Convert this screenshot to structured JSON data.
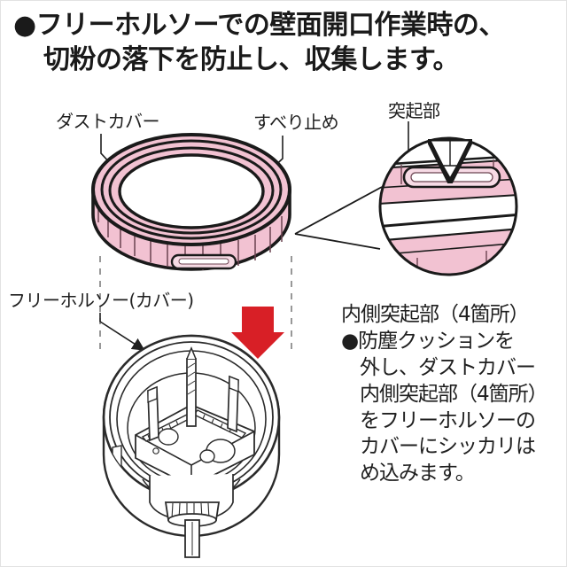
{
  "header": {
    "bullet": "●",
    "line1": "フリーホルソーでの壁面開口作業時の、",
    "line2": "切粉の落下を防止し、収集します。"
  },
  "labels": {
    "dust_cover": "ダストカバー",
    "non_slip": "すべり止め",
    "projection": "突起部",
    "free_hole_saw": "フリーホルソー(カバー)"
  },
  "right_text": {
    "heading": "内側突起部（4箇所）",
    "bullet": "●",
    "line1": "防塵クッションを",
    "line2": "外し、ダストカバー",
    "line3": "内側突起部（4箇所）",
    "line4": "をフリーホルソーの",
    "line5": "カバーにシッカリは",
    "line6": "め込みます。"
  },
  "colors": {
    "pink_fill": "#f2c2d2",
    "pink_shade": "#e8aec2",
    "outline": "#1a1a1a",
    "arrow_red": "#d81f26",
    "text": "#1f1f1f",
    "border": "#e2e2e2",
    "line_art": "#2b2b2b"
  },
  "icons": {
    "down_arrow": "red-down-arrow",
    "detail_magnifier": "circular-detail-callout",
    "guide_lines": "vertical-dashed-alignment-lines"
  }
}
